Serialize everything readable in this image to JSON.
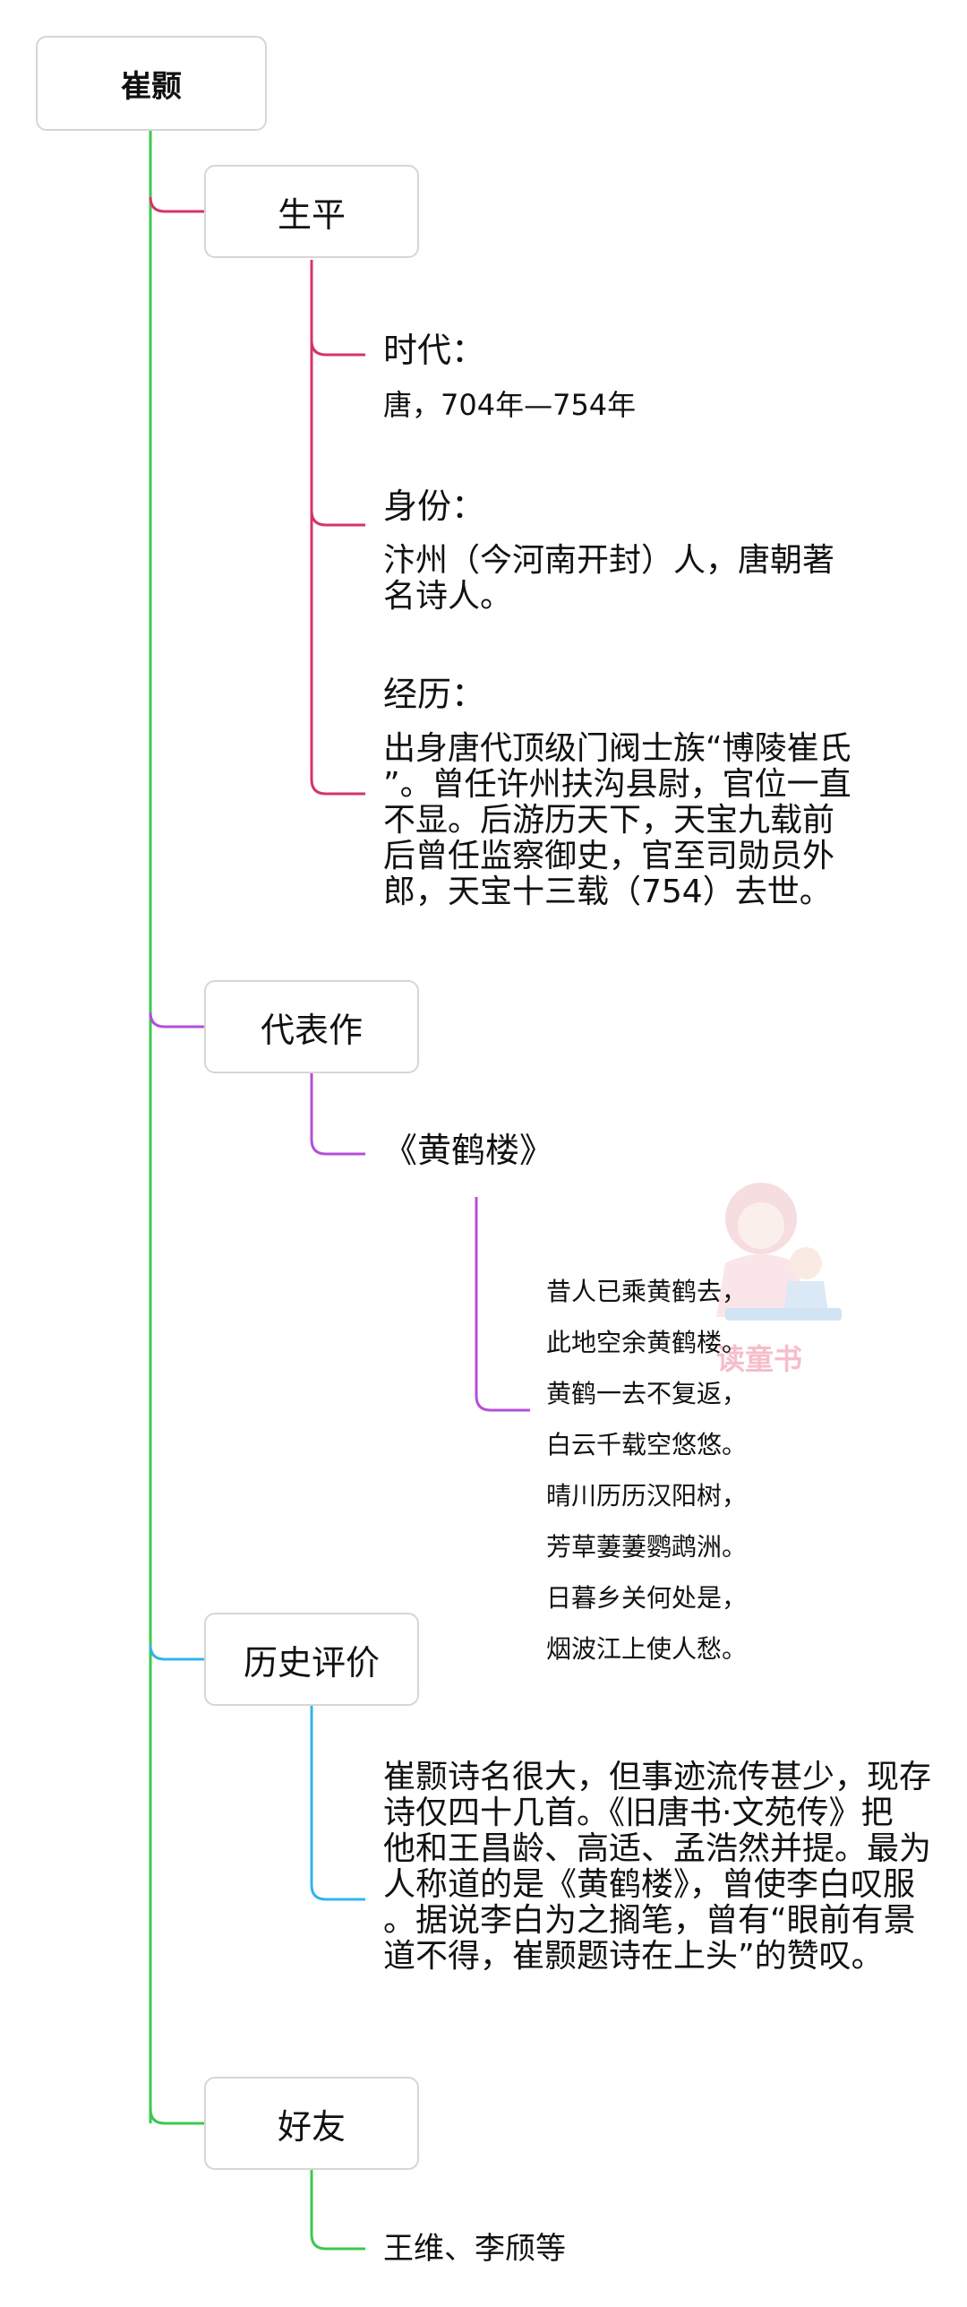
{
  "root": {
    "label": "崔颢"
  },
  "branches": {
    "life": {
      "label": "生平",
      "items": [
        {
          "title": "时代：",
          "text": "唐，704年—754年"
        },
        {
          "title": "身份：",
          "text": "汴州（今河南开封）人，唐朝著\n名诗人。"
        },
        {
          "title": "经历：",
          "text": "出身唐代顶级门阀士族“博陵崔氏\n”。曾任许州扶沟县尉，官位一直\n不显。后游历天下，天宝九载前\n后曾任监察御史，官至司勋员外\n郎，天宝十三载（754）去世。"
        }
      ]
    },
    "works": {
      "label": "代表作",
      "work_title": "《黄鹤楼》",
      "poem": [
        "昔人已乘黄鹤去，",
        "此地空余黄鹤楼。",
        "黄鹤一去不复返，",
        "白云千载空悠悠。",
        "晴川历历汉阳树，",
        "芳草萋萋鹦鹉洲。",
        "日暮乡关何处是，",
        "烟波江上使人愁。"
      ]
    },
    "evaluation": {
      "label": "历史评价",
      "text": "崔颢诗名很大，但事迹流传甚少，现存\n诗仅四十几首。《旧唐书·文苑传》把\n他和王昌龄、高适、孟浩然并提。最为\n人称道的是《黄鹤楼》，曾使李白叹服\n。据说李白为之搁笔，曾有“眼前有景\n道不得，崔颢题诗在上头”的赞叹。"
    },
    "friends": {
      "label": "好友",
      "text": "王维、李颀等"
    }
  },
  "watermark": {
    "text": "读童书"
  },
  "colors": {
    "trunk": "#3cc84e",
    "life": "#d6336c",
    "works": "#b44fd8",
    "evaluation": "#33b4ec",
    "friends": "#3cc84e"
  }
}
